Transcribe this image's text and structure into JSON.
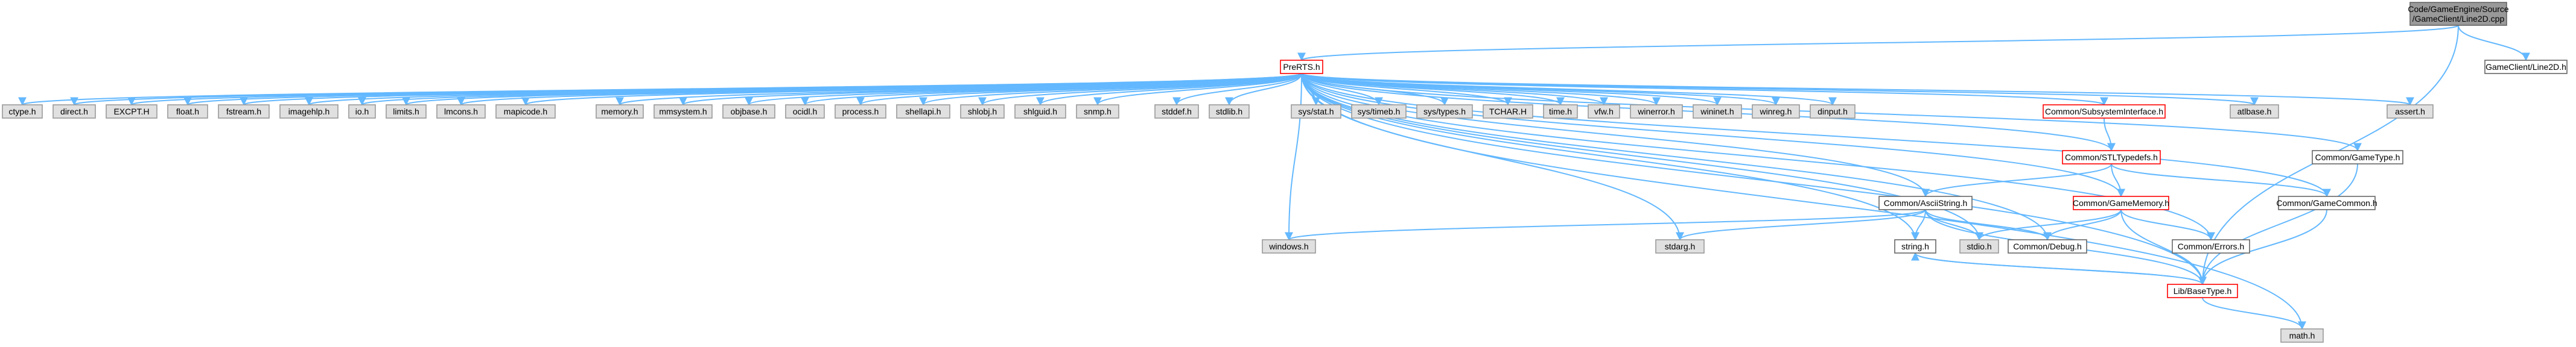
{
  "colors": {
    "edge": "#63b8ff",
    "root_fill": "#999999",
    "root_stroke": "#666666",
    "highlight_stroke": "#ff0000",
    "highlight_fill": "#ffffff",
    "plain_stroke": "#666666",
    "plain_fill": "#ffffff",
    "system_stroke": "#999999",
    "system_fill": "#e0e0e0"
  },
  "nodes": {
    "root": {
      "label_lines": [
        "Code/GameEngine/Source",
        "/GameClient/Line2D.cpp"
      ],
      "style": "root"
    },
    "gcline2d": {
      "label_lines": [
        "GameClient/Line2D.h"
      ],
      "style": "plain"
    },
    "prerts": {
      "label_lines": [
        "PreRTS.h"
      ],
      "style": "highlight"
    },
    "ctype": {
      "label_lines": [
        "ctype.h"
      ],
      "style": "system"
    },
    "direct": {
      "label_lines": [
        "direct.h"
      ],
      "style": "system"
    },
    "excpt": {
      "label_lines": [
        "EXCPT.H"
      ],
      "style": "system"
    },
    "float": {
      "label_lines": [
        "float.h"
      ],
      "style": "system"
    },
    "fstream": {
      "label_lines": [
        "fstream.h"
      ],
      "style": "system"
    },
    "imagehlp": {
      "label_lines": [
        "imagehlp.h"
      ],
      "style": "system"
    },
    "io": {
      "label_lines": [
        "io.h"
      ],
      "style": "system"
    },
    "limits": {
      "label_lines": [
        "limits.h"
      ],
      "style": "system"
    },
    "lmcons": {
      "label_lines": [
        "lmcons.h"
      ],
      "style": "system"
    },
    "mapicode": {
      "label_lines": [
        "mapicode.h"
      ],
      "style": "system"
    },
    "memory": {
      "label_lines": [
        "memory.h"
      ],
      "style": "system"
    },
    "mmsystem": {
      "label_lines": [
        "mmsystem.h"
      ],
      "style": "system"
    },
    "objbase": {
      "label_lines": [
        "objbase.h"
      ],
      "style": "system"
    },
    "ocidl": {
      "label_lines": [
        "ocidl.h"
      ],
      "style": "system"
    },
    "process": {
      "label_lines": [
        "process.h"
      ],
      "style": "system"
    },
    "shellapi": {
      "label_lines": [
        "shellapi.h"
      ],
      "style": "system"
    },
    "shlobj": {
      "label_lines": [
        "shlobj.h"
      ],
      "style": "system"
    },
    "shlguid": {
      "label_lines": [
        "shlguid.h"
      ],
      "style": "system"
    },
    "snmp": {
      "label_lines": [
        "snmp.h"
      ],
      "style": "system"
    },
    "stddef": {
      "label_lines": [
        "stddef.h"
      ],
      "style": "system"
    },
    "stdlib": {
      "label_lines": [
        "stdlib.h"
      ],
      "style": "system"
    },
    "sysstat": {
      "label_lines": [
        "sys/stat.h"
      ],
      "style": "system"
    },
    "systimeb": {
      "label_lines": [
        "sys/timeb.h"
      ],
      "style": "system"
    },
    "systypes": {
      "label_lines": [
        "sys/types.h"
      ],
      "style": "system"
    },
    "tchar": {
      "label_lines": [
        "TCHAR.H"
      ],
      "style": "system"
    },
    "time": {
      "label_lines": [
        "time.h"
      ],
      "style": "system"
    },
    "vfw": {
      "label_lines": [
        "vfw.h"
      ],
      "style": "system"
    },
    "winerror": {
      "label_lines": [
        "winerror.h"
      ],
      "style": "system"
    },
    "wininet": {
      "label_lines": [
        "wininet.h"
      ],
      "style": "system"
    },
    "winreg": {
      "label_lines": [
        "winreg.h"
      ],
      "style": "system"
    },
    "dinput": {
      "label_lines": [
        "dinput.h"
      ],
      "style": "system"
    },
    "subsys": {
      "label_lines": [
        "Common/SubsystemInterface.h"
      ],
      "style": "highlight"
    },
    "atlbase": {
      "label_lines": [
        "atlbase.h"
      ],
      "style": "system"
    },
    "assert": {
      "label_lines": [
        "assert.h"
      ],
      "style": "system"
    },
    "gametype": {
      "label_lines": [
        "Common/GameType.h"
      ],
      "style": "plain"
    },
    "stltypedefs": {
      "label_lines": [
        "Common/STLTypedefs.h"
      ],
      "style": "highlight"
    },
    "asciistring": {
      "label_lines": [
        "Common/AsciiString.h"
      ],
      "style": "plain"
    },
    "gamememory": {
      "label_lines": [
        "Common/GameMemory.h"
      ],
      "style": "highlight"
    },
    "gamecommon": {
      "label_lines": [
        "Common/GameCommon.h"
      ],
      "style": "plain"
    },
    "windows": {
      "label_lines": [
        "windows.h"
      ],
      "style": "system"
    },
    "stdarg": {
      "label_lines": [
        "stdarg.h"
      ],
      "style": "system"
    },
    "string": {
      "label_lines": [
        "string.h"
      ],
      "style": "plain"
    },
    "stdio": {
      "label_lines": [
        "stdio.h"
      ],
      "style": "system"
    },
    "debug": {
      "label_lines": [
        "Common/Debug.h"
      ],
      "style": "plain"
    },
    "errors": {
      "label_lines": [
        "Common/Errors.h"
      ],
      "style": "plain"
    },
    "basetype": {
      "label_lines": [
        "Lib/BaseType.h"
      ],
      "style": "highlight"
    },
    "math": {
      "label_lines": [
        "math.h"
      ],
      "style": "system"
    }
  },
  "edges": [
    [
      "root",
      "gcline2d"
    ],
    [
      "root",
      "prerts"
    ],
    [
      "root",
      "basetype"
    ],
    [
      "prerts",
      "ctype"
    ],
    [
      "prerts",
      "direct"
    ],
    [
      "prerts",
      "excpt"
    ],
    [
      "prerts",
      "float"
    ],
    [
      "prerts",
      "fstream"
    ],
    [
      "prerts",
      "imagehlp"
    ],
    [
      "prerts",
      "io"
    ],
    [
      "prerts",
      "limits"
    ],
    [
      "prerts",
      "lmcons"
    ],
    [
      "prerts",
      "mapicode"
    ],
    [
      "prerts",
      "memory"
    ],
    [
      "prerts",
      "mmsystem"
    ],
    [
      "prerts",
      "objbase"
    ],
    [
      "prerts",
      "ocidl"
    ],
    [
      "prerts",
      "process"
    ],
    [
      "prerts",
      "shellapi"
    ],
    [
      "prerts",
      "shlobj"
    ],
    [
      "prerts",
      "shlguid"
    ],
    [
      "prerts",
      "snmp"
    ],
    [
      "prerts",
      "stddef"
    ],
    [
      "prerts",
      "stdlib"
    ],
    [
      "prerts",
      "sysstat"
    ],
    [
      "prerts",
      "systimeb"
    ],
    [
      "prerts",
      "systypes"
    ],
    [
      "prerts",
      "tchar"
    ],
    [
      "prerts",
      "time"
    ],
    [
      "prerts",
      "vfw"
    ],
    [
      "prerts",
      "winerror"
    ],
    [
      "prerts",
      "wininet"
    ],
    [
      "prerts",
      "winreg"
    ],
    [
      "prerts",
      "dinput"
    ],
    [
      "prerts",
      "subsys"
    ],
    [
      "prerts",
      "atlbase"
    ],
    [
      "prerts",
      "assert"
    ],
    [
      "prerts",
      "gametype"
    ],
    [
      "prerts",
      "stltypedefs"
    ],
    [
      "prerts",
      "asciistring"
    ],
    [
      "prerts",
      "gamememory"
    ],
    [
      "prerts",
      "gamecommon"
    ],
    [
      "prerts",
      "windows"
    ],
    [
      "prerts",
      "stdarg"
    ],
    [
      "prerts",
      "string"
    ],
    [
      "prerts",
      "stdio"
    ],
    [
      "prerts",
      "debug"
    ],
    [
      "prerts",
      "errors"
    ],
    [
      "prerts",
      "basetype"
    ],
    [
      "prerts",
      "math"
    ],
    [
      "subsys",
      "stltypedefs"
    ],
    [
      "stltypedefs",
      "asciistring"
    ],
    [
      "stltypedefs",
      "gamememory"
    ],
    [
      "stltypedefs",
      "gamecommon"
    ],
    [
      "asciistring",
      "windows"
    ],
    [
      "asciistring",
      "stdarg"
    ],
    [
      "asciistring",
      "string"
    ],
    [
      "asciistring",
      "debug"
    ],
    [
      "asciistring",
      "basetype"
    ],
    [
      "asciistring",
      "stdio"
    ],
    [
      "gamememory",
      "stdio"
    ],
    [
      "gamememory",
      "debug"
    ],
    [
      "gamememory",
      "errors"
    ],
    [
      "gamememory",
      "basetype"
    ],
    [
      "gamecommon",
      "basetype"
    ],
    [
      "gametype",
      "basetype"
    ],
    [
      "string",
      "basetype"
    ],
    [
      "basetype",
      "string"
    ],
    [
      "basetype",
      "math"
    ]
  ]
}
